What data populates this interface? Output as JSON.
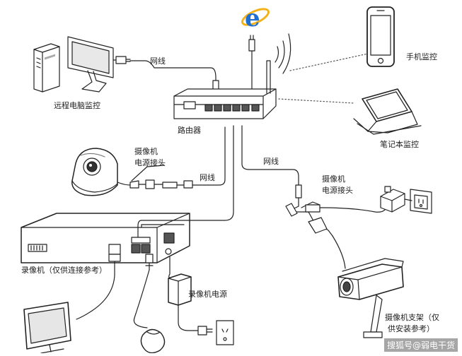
{
  "labels": {
    "wire_top": "网线",
    "remote_pc": "远程电脑监控",
    "mobile": "手机监控",
    "router": "路由器",
    "laptop": "笔记本监控",
    "dome_cam": "摄像机",
    "dome_power": "电源接头",
    "wire_left": "网线",
    "wire_right": "网线",
    "bullet_cam": "摄像机",
    "bullet_power": "电源接头",
    "dvr": "录像机（仅供连接参考）",
    "dvr_power": "录像机电源",
    "bracket_line1": "摄像机支架（仅",
    "bracket_line2": "供安装参考）",
    "watermark": "搜狐号@弱电干货"
  },
  "colors": {
    "line": "#222222",
    "ie_blue": "#1e6fd0",
    "ie_ring": "#f2b21c"
  }
}
